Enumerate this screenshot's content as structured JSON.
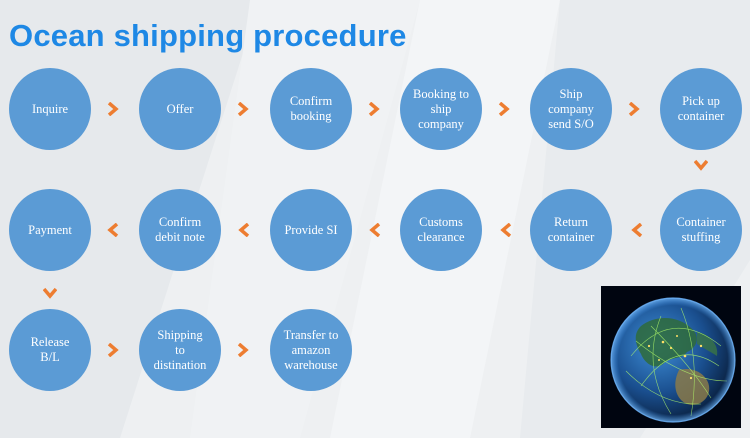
{
  "title": "Ocean shipping procedure",
  "colors": {
    "accent": "#1e88e5",
    "node": "#5b9bd5",
    "arrow": "#ed7d31"
  },
  "steps": [
    {
      "label": "Inquire"
    },
    {
      "label": "Offer"
    },
    {
      "label": "Confirm booking"
    },
    {
      "label": "Booking to ship company"
    },
    {
      "label": "Ship company send S/O"
    },
    {
      "label": "Pick up container"
    },
    {
      "label": "Container stuffing"
    },
    {
      "label": "Return container"
    },
    {
      "label": "Customs clearance"
    },
    {
      "label": "Provide SI"
    },
    {
      "label": "Confirm debit note"
    },
    {
      "label": "Payment"
    },
    {
      "label": "Release B/L"
    },
    {
      "label": "Shipping to distination"
    },
    {
      "label": "Transfer to amazon warehouse"
    }
  ],
  "image": {
    "icon": "earth-globe-network-icon"
  }
}
